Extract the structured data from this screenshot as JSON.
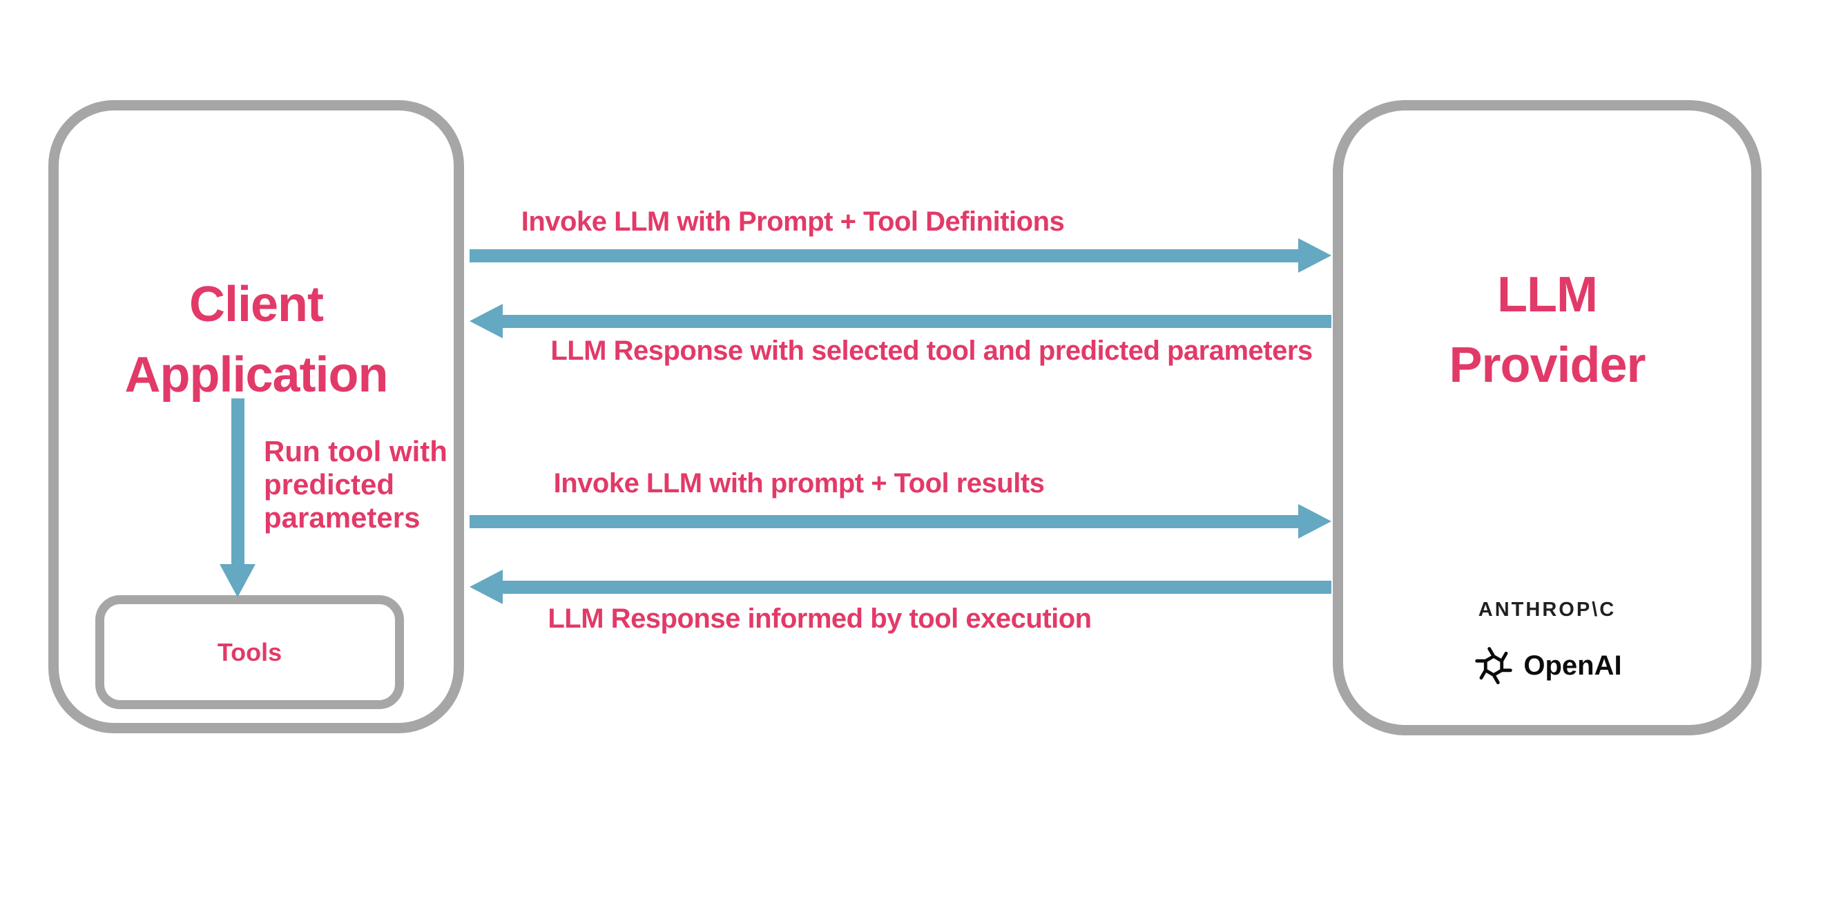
{
  "diagram": {
    "client_box": {
      "title_line1": "Client",
      "title_line2": "Application"
    },
    "tools_box": {
      "label": "Tools"
    },
    "provider_box": {
      "title_line1": "LLM",
      "title_line2": "Provider",
      "anthropic_wordmark": "ANTHROP\\C",
      "openai_wordmark": "OpenAI"
    },
    "flows": [
      {
        "direction": "right",
        "label": "Invoke LLM with Prompt + Tool Definitions"
      },
      {
        "direction": "left",
        "label": "LLM Response with selected tool and predicted parameters"
      },
      {
        "direction": "right",
        "label": "Invoke LLM with prompt + Tool results"
      },
      {
        "direction": "left",
        "label": "LLM Response informed by tool execution"
      }
    ],
    "internal_flow": {
      "label_line1": "Run tool with",
      "label_line2": "predicted",
      "label_line3": "parameters"
    },
    "colors": {
      "accent_pink": "#e23a68",
      "arrow_blue": "#64a8c2",
      "border_gray": "#a6a6a6",
      "logo_dark": "#221f1f"
    }
  }
}
